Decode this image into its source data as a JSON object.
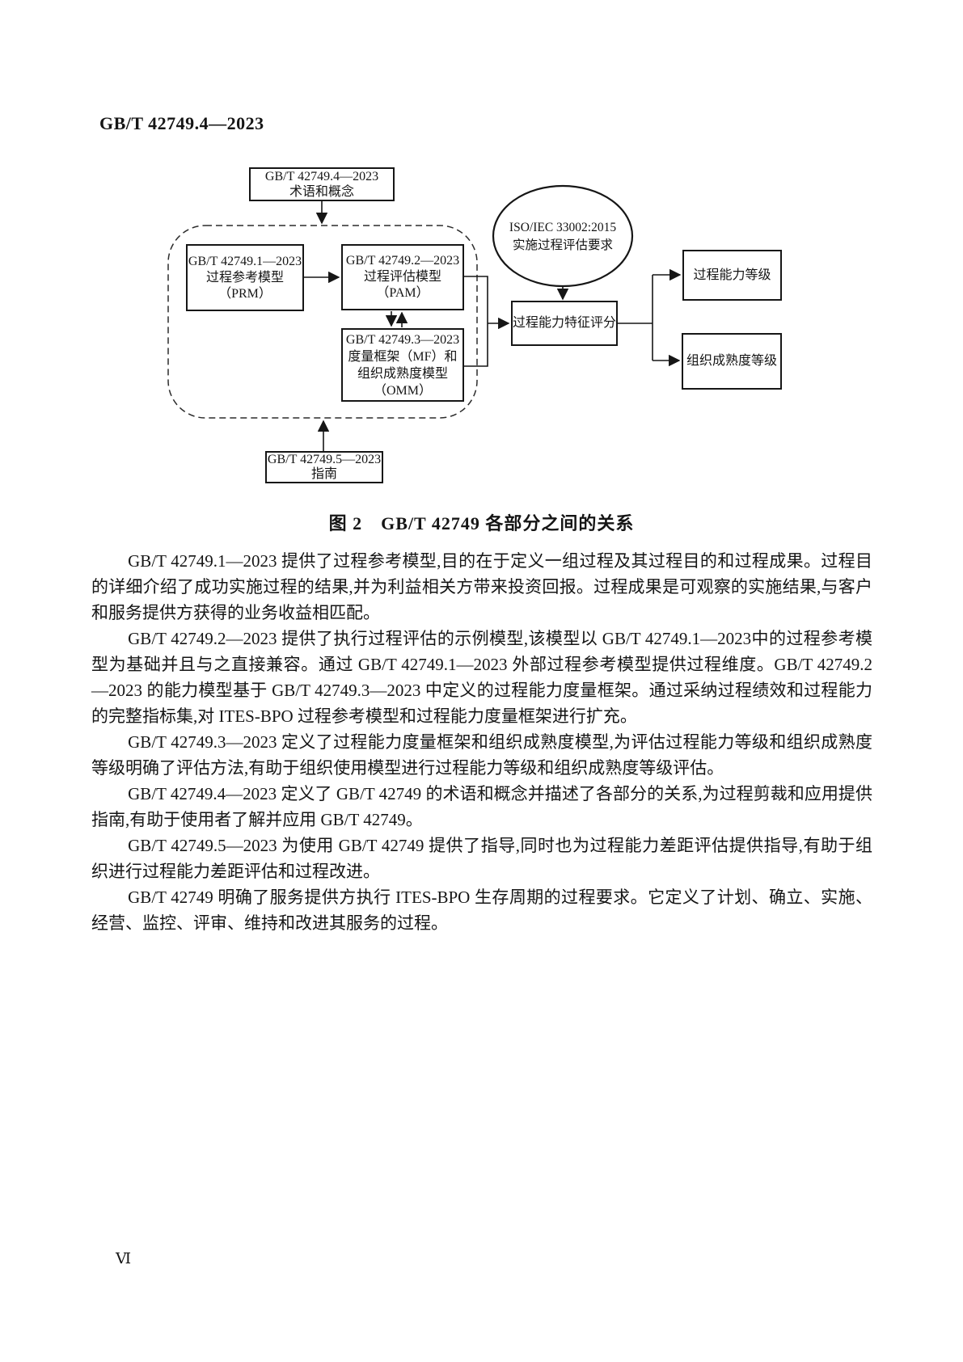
{
  "page": {
    "header": "GB/T 42749.4—2023",
    "page_number": "Ⅵ"
  },
  "figure": {
    "caption": "图 2　GB/T 42749 各部分之间的关系",
    "nodes": {
      "terms": {
        "line1": "GB/T 42749.4—2023",
        "line2": "术语和概念"
      },
      "prm": {
        "line1": "GB/T 42749.1—2023",
        "line2": "过程参考模型",
        "line3": "（PRM）"
      },
      "pam": {
        "line1": "GB/T 42749.2—2023",
        "line2": "过程评估模型",
        "line3": "（PAM）"
      },
      "mf_omm": {
        "line1": "GB/T 42749.3—2023",
        "line2": "度量框架（MF）和",
        "line3": "组织成熟度模型",
        "line4": "（OMM）"
      },
      "iso": {
        "line1": "ISO/IEC 33002:2015",
        "line2": "实施过程评估要求"
      },
      "scoring": {
        "line1": "过程能力特征评分"
      },
      "capability_level": {
        "line1": "过程能力等级"
      },
      "maturity_level": {
        "line1": "组织成熟度等级"
      },
      "guide": {
        "line1": "GB/T 42749.5—2023",
        "line2": "指南"
      }
    }
  },
  "body": {
    "p1": "GB/T 42749.1—2023 提供了过程参考模型,目的在于定义一组过程及其过程目的和过程成果。过程目的详细介绍了成功实施过程的结果,并为利益相关方带来投资回报。过程成果是可观察的实施结果,与客户和服务提供方获得的业务收益相匹配。",
    "p2": "GB/T 42749.2—2023 提供了执行过程评估的示例模型,该模型以 GB/T 42749.1—2023中的过程参考模型为基础并且与之直接兼容。通过 GB/T 42749.1—2023 外部过程参考模型提供过程维度。GB/T 42749.2—2023 的能力模型基于 GB/T 42749.3—2023 中定义的过程能力度量框架。通过采纳过程绩效和过程能力的完整指标集,对 ITES-BPO 过程参考模型和过程能力度量框架进行扩充。",
    "p3": "GB/T 42749.3—2023 定义了过程能力度量框架和组织成熟度模型,为评估过程能力等级和组织成熟度等级明确了评估方法,有助于组织使用模型进行过程能力等级和组织成熟度等级评估。",
    "p4": "GB/T 42749.4—2023 定义了 GB/T 42749 的术语和概念并描述了各部分的关系,为过程剪裁和应用提供指南,有助于使用者了解并应用 GB/T 42749。",
    "p5": "GB/T 42749.5—2023 为使用 GB/T 42749 提供了指导,同时也为过程能力差距评估提供指导,有助于组织进行过程能力差距评估和过程改进。",
    "p6": "GB/T 42749 明确了服务提供方执行 ITES-BPO 生存周期的过程要求。它定义了计划、确立、实施、经营、监控、评审、维持和改进其服务的过程。"
  }
}
